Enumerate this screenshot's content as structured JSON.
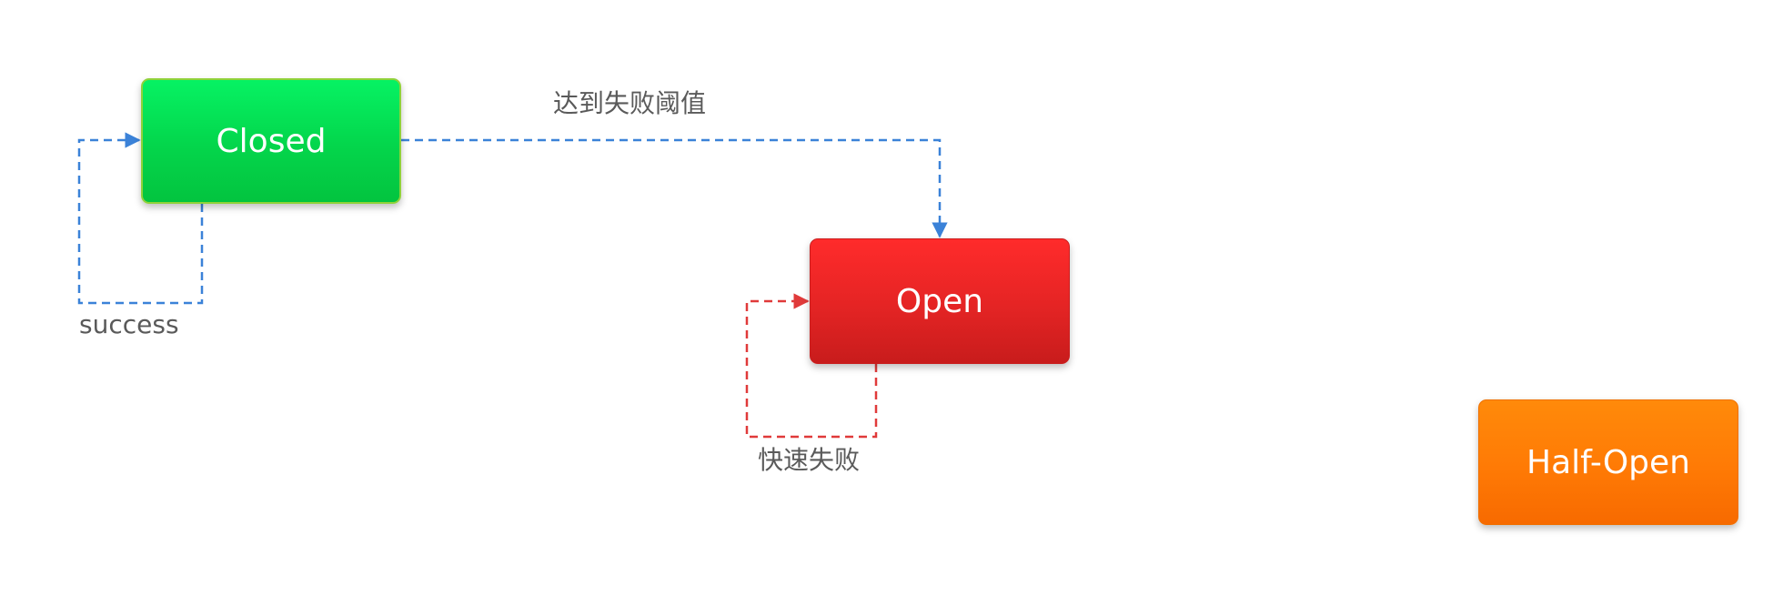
{
  "states": {
    "closed": {
      "label": "Closed",
      "color": "#03d94c"
    },
    "open": {
      "label": "Open",
      "color": "#e42424"
    },
    "half_open": {
      "label": "Half-Open",
      "color": "#ff7a05"
    }
  },
  "transitions": {
    "closed_to_open": {
      "label": "达到失败阈值",
      "color": "#3b82d8"
    },
    "closed_self": {
      "label": "success",
      "color": "#3b82d8"
    },
    "open_self": {
      "label": "快速失败",
      "color": "#e03a3a"
    }
  }
}
